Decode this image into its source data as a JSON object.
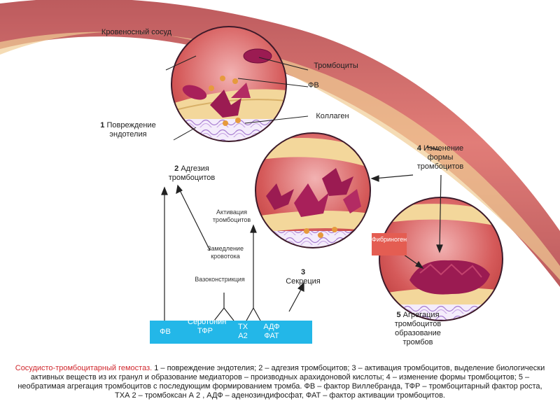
{
  "labels": {
    "vessel": "Кровеносный сосуд",
    "platelets": "Тромбоциты",
    "fv_short": "ФВ",
    "collagen": "Коллаген",
    "step1_num": "1",
    "step1_text": "Повреждение эндотелия",
    "step2_num": "2",
    "step2_text": "Адгезия тромбоцитов",
    "step3_num": "3",
    "step3_text": "Секреция",
    "step4_num": "4",
    "step4_text": "Изменение формы тромбоцитов",
    "step5_num": "5",
    "step5_text": "Агрегация тромбоцитов образование тромбов",
    "activation": "Активация тромбоцитов",
    "slowing": "Замедление кровотока",
    "vasoconstriction": "Вазоконстрикция",
    "fibrinogen": "Фибриноген"
  },
  "bar": {
    "color": "#23b7e8",
    "item_fv": "ФВ",
    "item_sero": "Серотонин ТФР",
    "item_tx": "ТХ А2",
    "item_adp": "АДФ ФАТ"
  },
  "caption": {
    "title": "Сосудисто-тромбоцитарный гемостаз.",
    "body": " 1 – повреждение эндотелия; 2 – адгезия тромбоцитов; 3 – активация тромбоцитов, выделение биологически активных веществ из их гранул и образование медиаторов – производных арахидоновой кислоты; 4 – изменение формы тромбоцитов; 5 – необратимая агрегация тромбоцитов с последующим формированием тромба. ФВ – фактор Виллебранда, ТФР – тромбоцитарный фактор роста, ТХА 2 – тромбоксан А 2 , АДФ – аденозиндифосфат, ФАТ – фактор активации тромбоцитов."
  },
  "colors": {
    "vessel_wall": "#c0392b",
    "lumen": "#d9534f",
    "platelet": "#9b1b52",
    "collagen": "#b58ad6"
  }
}
